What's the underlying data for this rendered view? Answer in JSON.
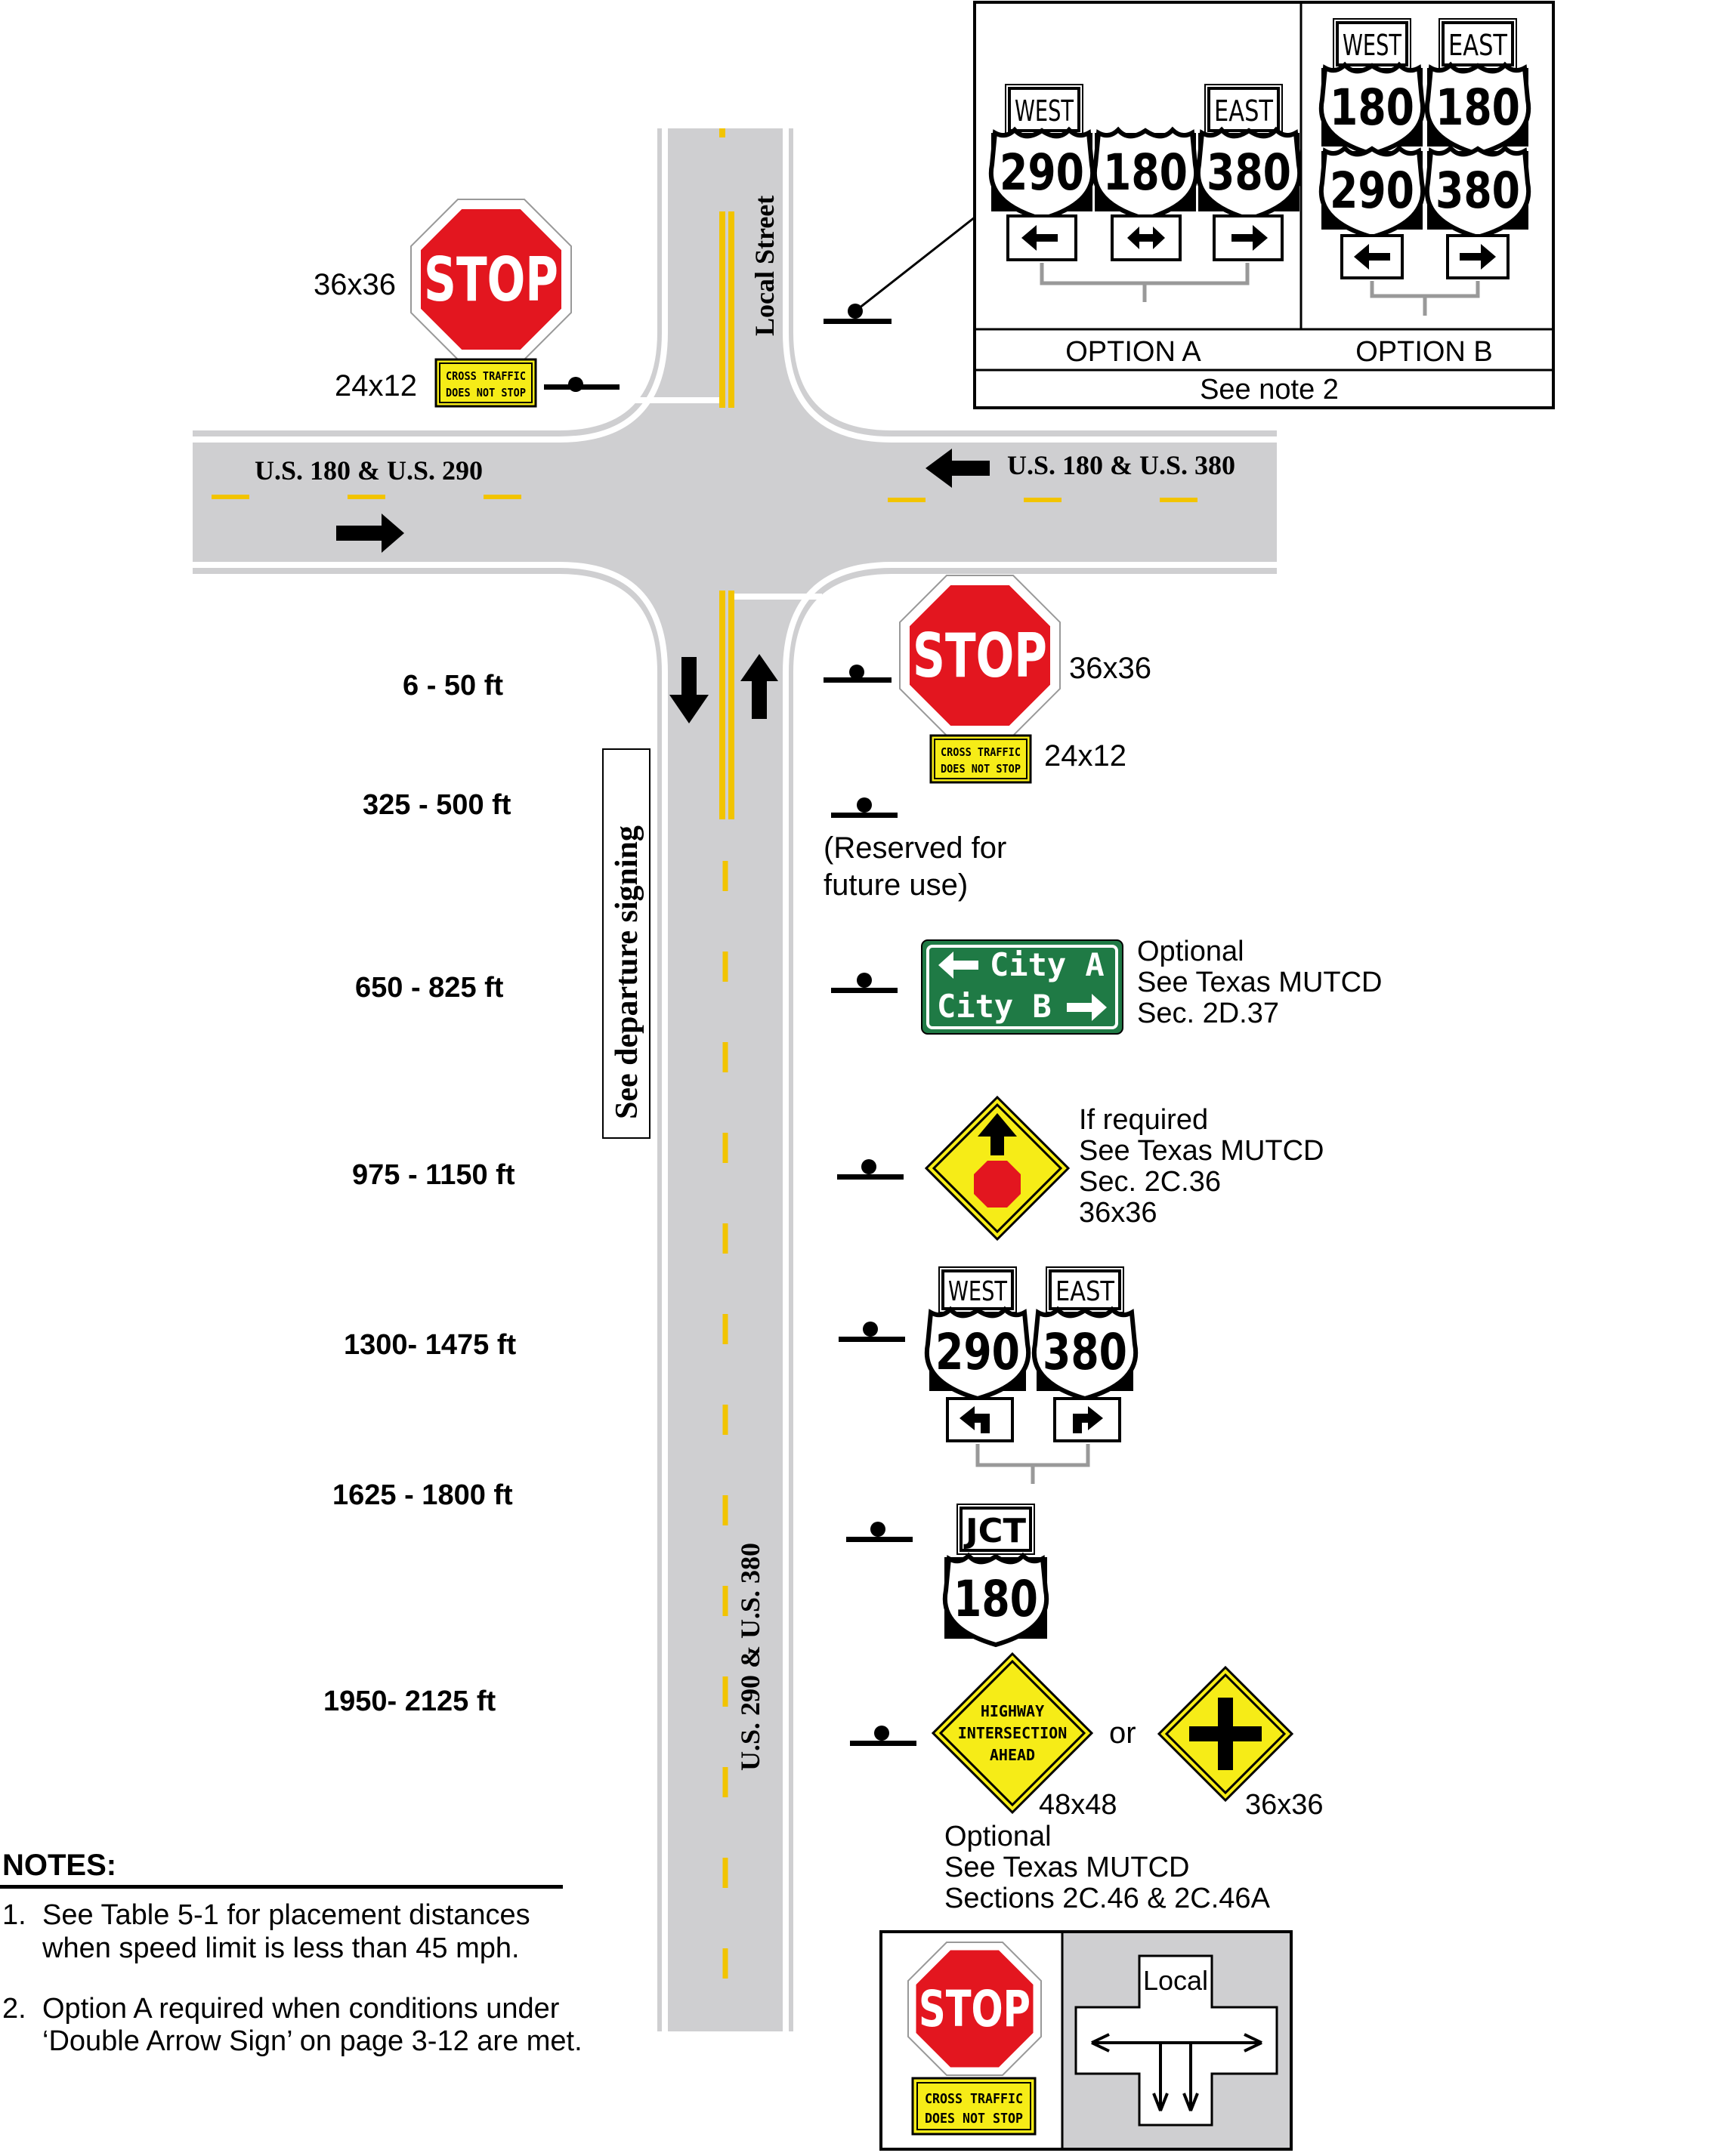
{
  "roads": {
    "west_label": "U.S. 180 & U.S. 290",
    "east_label": "U.S. 180 & U.S. 380",
    "local_label": "Local Street",
    "south_label": "U.S. 290 & U.S. 380",
    "departure_label": "See departure signing"
  },
  "colors": {
    "road": "#cfcfd1",
    "edge_line": "#ffffff",
    "center_line": "#f2c400",
    "stop_red": "#e3161f",
    "warning_yellow": "#f6ec17",
    "guide_green": "#1f7a45"
  },
  "top_left": {
    "stop_size": "36x36",
    "stop_text": "STOP",
    "plaque_size": "24x12",
    "plaque_line1": "CROSS TRAFFIC",
    "plaque_line2": "DOES NOT STOP"
  },
  "options_box": {
    "option_a_label": "OPTION A",
    "option_b_label": "OPTION B",
    "note": "See note 2",
    "west": "WEST",
    "east": "EAST",
    "route_290": "290",
    "route_180": "180",
    "route_380": "380"
  },
  "sign_rows": [
    {
      "distance": "6 - 50 ft",
      "stop_text": "STOP",
      "stop_size": "36x36",
      "plaque_line1": "CROSS TRAFFIC",
      "plaque_line2": "DOES NOT STOP",
      "plaque_size": "24x12"
    },
    {
      "distance": "325 - 500 ft",
      "note_line1": "(Reserved for",
      "note_line2": "future use)"
    },
    {
      "distance": "650 - 825 ft",
      "guide_line1": "City A",
      "guide_line2": "City B",
      "note_line1": "Optional",
      "note_line2": "See Texas MUTCD",
      "note_line3": "Sec. 2D.37"
    },
    {
      "distance": "975 - 1150 ft",
      "note_line1": "If required",
      "note_line2": "See Texas MUTCD",
      "note_line3": "Sec. 2C.36",
      "note_line4": "36x36"
    },
    {
      "distance": "1300- 1475 ft",
      "west": "WEST",
      "east": "EAST",
      "route_left": "290",
      "route_right": "380"
    },
    {
      "distance": "1625 - 1800 ft",
      "jct": "JCT",
      "route": "180"
    },
    {
      "distance": "1950- 2125 ft",
      "warn_line1": "HIGHWAY",
      "warn_line2": "INTERSECTION",
      "warn_line3": "AHEAD",
      "size_left": "48x48",
      "or_text": "or",
      "size_right": "36x36",
      "note_line1": "Optional",
      "note_line2": "See Texas MUTCD",
      "note_line3": "Sections 2C.46 & 2C.46A"
    }
  ],
  "notes": {
    "heading": "NOTES:",
    "items": [
      {
        "num": "1.",
        "line1": "See Table 5-1 for placement distances",
        "line2": "when speed limit is less than 45 mph."
      },
      {
        "num": "2.",
        "line1": "Option A required when conditions under",
        "line2": "‘Double Arrow Sign’ on page 3-12 are met."
      }
    ]
  },
  "bottom_box": {
    "stop_text": "STOP",
    "plaque_line1": "CROSS TRAFFIC",
    "plaque_line2": "DOES NOT STOP",
    "local_label": "Local"
  }
}
